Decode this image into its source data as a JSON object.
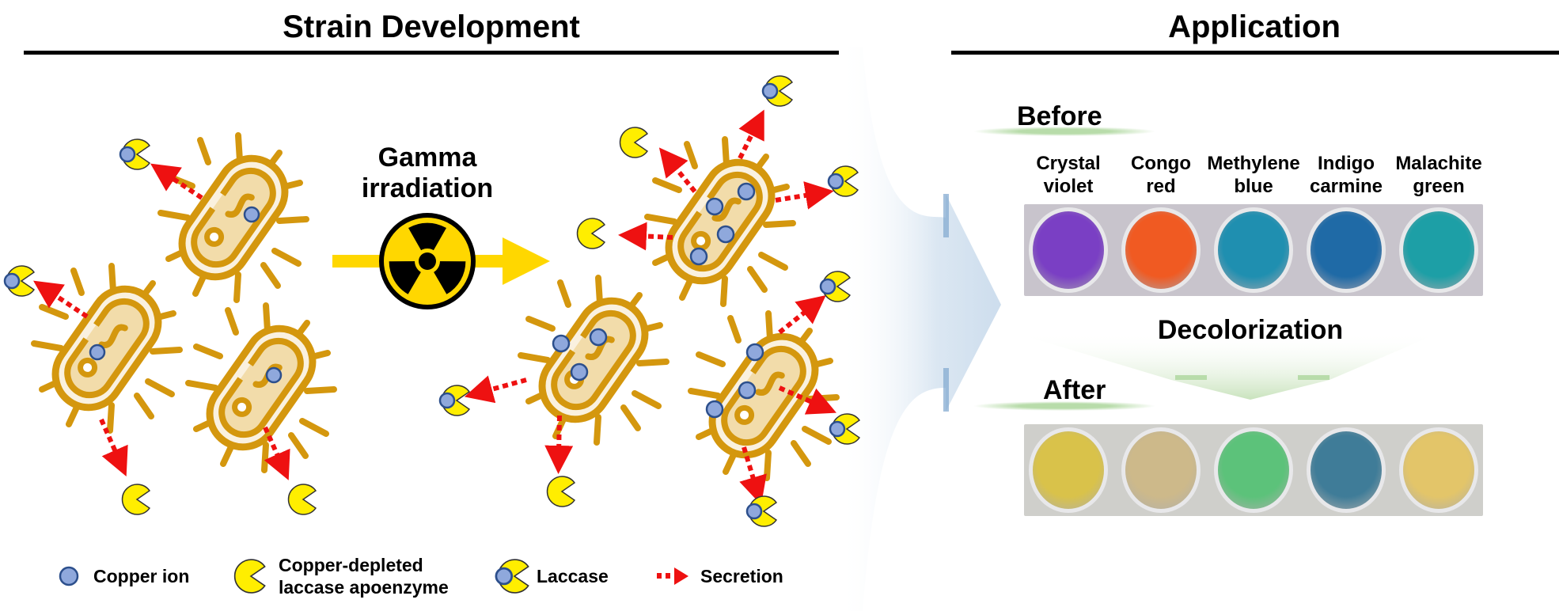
{
  "left_panel": {
    "title": "Strain Development",
    "treatment_label_line1": "Gamma",
    "treatment_label_line2": "irradiation",
    "treatment_icon": "radiation-hazard-icon"
  },
  "right_panel": {
    "title": "Application",
    "before_label": "Before",
    "after_label": "After",
    "process_label": "Decolorization",
    "dyes": [
      {
        "line1": "Crystal",
        "line2": "violet",
        "before_color": "#7a3fc4",
        "after_color": "#d9c24a"
      },
      {
        "line1": "Congo",
        "line2": "red",
        "before_color": "#f05a22",
        "after_color": "#cdb98a"
      },
      {
        "line1": "Methylene",
        "line2": "blue",
        "before_color": "#1f8fb0",
        "after_color": "#5cc27a"
      },
      {
        "line1": "Indigo",
        "line2": "carmine",
        "before_color": "#1f6aa6",
        "after_color": "#3f7c98"
      },
      {
        "line1": "Malachite",
        "line2": "green",
        "before_color": "#1d9fa6",
        "after_color": "#e3c569"
      }
    ]
  },
  "legend": [
    {
      "icon": "copper-ion-icon",
      "label": "Copper ion"
    },
    {
      "icon": "apoenzyme-icon",
      "label_line1": "Copper-depleted",
      "label_line2": "laccase apoenzyme"
    },
    {
      "icon": "laccase-icon",
      "label": "Laccase"
    },
    {
      "icon": "secretion-arrow-icon",
      "label": "Secretion"
    }
  ],
  "colors": {
    "bacterium_outline": "#d4970e",
    "bacterium_fill": "#f7e8c8",
    "enzyme_yellow": "#ffee00",
    "copper_blue": "#8fa8dc",
    "secretion_red": "#ee1111",
    "process_arrow": "#ffd700",
    "highlight_green": "#b8dcaa"
  }
}
